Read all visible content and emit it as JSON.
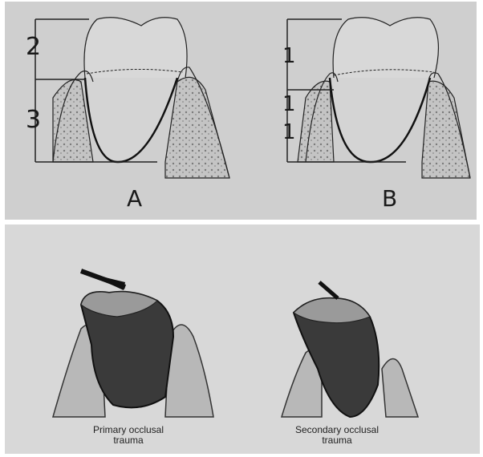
{
  "top_figure": {
    "panel_a": {
      "label": "A",
      "measurements": [
        "2",
        "3"
      ]
    },
    "panel_b": {
      "label": "B",
      "measurements": [
        "1",
        "1",
        "1"
      ]
    }
  },
  "bottom_figure": {
    "left": {
      "caption_line1": "Primary occlusal",
      "caption_line2": "trauma"
    },
    "right": {
      "caption_line1": "Secondary occlusal",
      "caption_line2": "trauma"
    }
  },
  "colors": {
    "background": "#cfcfcf",
    "ink": "#1a1a1a",
    "tooth_dark": "#3a3a3a"
  }
}
